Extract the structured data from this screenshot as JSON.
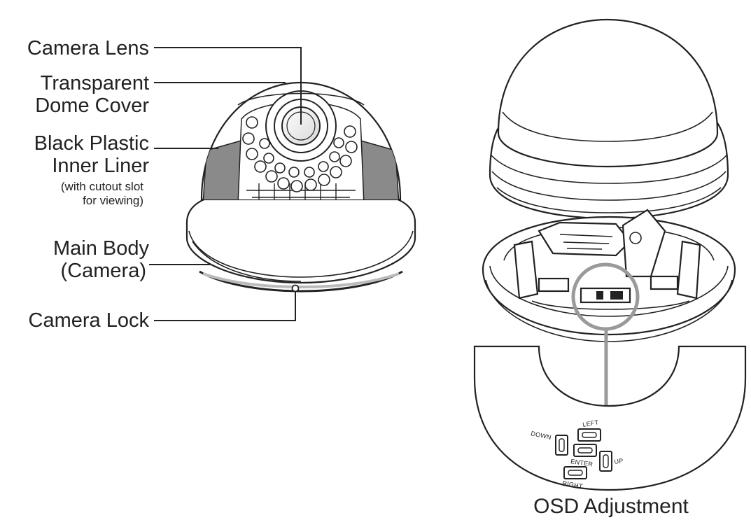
{
  "labels": {
    "camera_lens": "Camera Lens",
    "transparent_dome_cover": [
      "Transparent",
      "Dome Cover"
    ],
    "black_plastic_inner_liner": [
      "Black Plastic",
      "Inner Liner"
    ],
    "liner_note": [
      "(with cutout slot",
      "for viewing)"
    ],
    "main_body": [
      "Main Body",
      "(Camera)"
    ],
    "camera_lock": "Camera Lock",
    "osd_adjustment": "OSD Adjustment"
  },
  "osd_buttons": {
    "left": "LEFT",
    "down": "DOWN",
    "enter": "ENTER",
    "up": "UP",
    "right": "RIGHT"
  },
  "colors": {
    "line": "#222222",
    "liner_gray": "#8a8a8a",
    "callout_gray": "#9a9a9a"
  }
}
